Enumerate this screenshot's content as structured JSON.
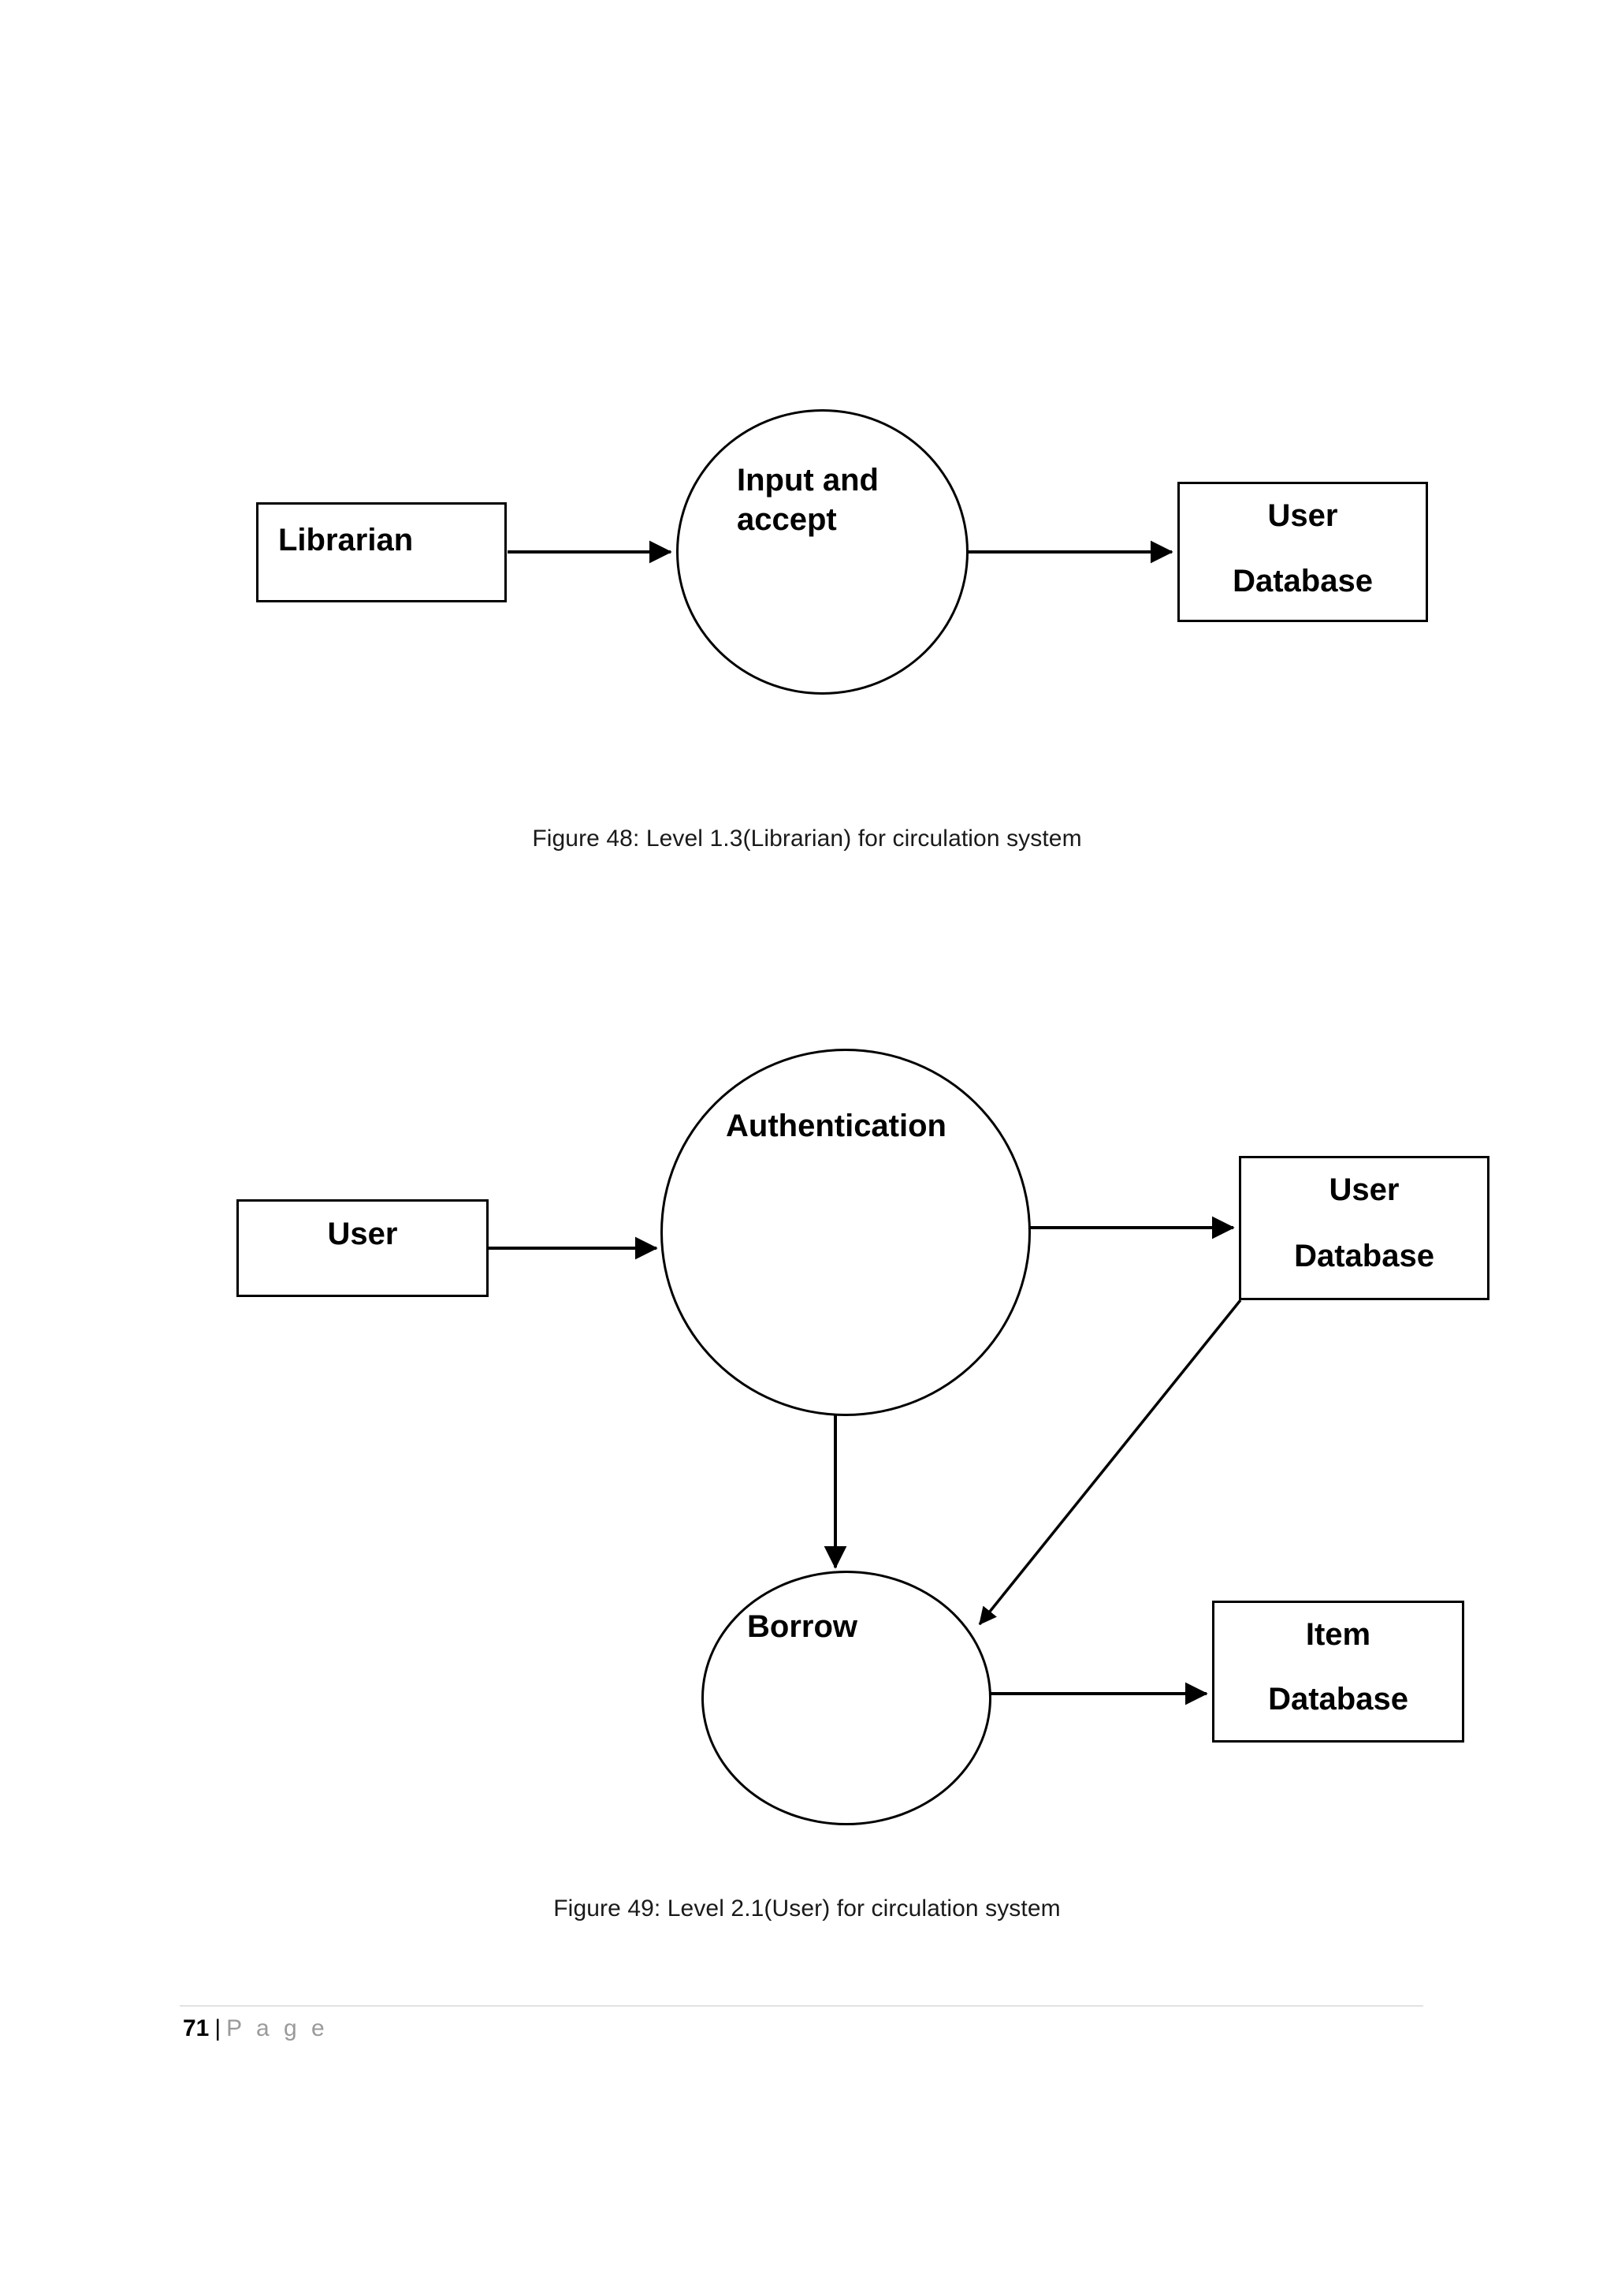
{
  "page": {
    "footer_page_number": "71",
    "footer_separator": "|",
    "footer_label": "P a g e",
    "background_color": "#ffffff",
    "ink_color": "#000000"
  },
  "figures": [
    {
      "id": "figure-48",
      "caption": "Figure 48: Level 1.3(Librarian) for circulation system",
      "diagram_type": "data-flow-diagram",
      "nodes": [
        {
          "key": "librarian",
          "kind": "external-entity",
          "shape": "rectangle",
          "label": "Librarian"
        },
        {
          "key": "input-and-accept",
          "kind": "process",
          "shape": "circle",
          "label": "Input and\naccept"
        },
        {
          "key": "user-database",
          "kind": "data-store",
          "shape": "rectangle",
          "label_line1": "User",
          "label_line2": "Database"
        }
      ],
      "edges": [
        {
          "from": "librarian",
          "to": "input-and-accept",
          "style": "straight-arrow"
        },
        {
          "from": "input-and-accept",
          "to": "user-database",
          "style": "straight-arrow"
        }
      ]
    },
    {
      "id": "figure-49",
      "caption": "Figure 49: Level 2.1(User) for circulation system",
      "diagram_type": "data-flow-diagram",
      "nodes": [
        {
          "key": "user",
          "kind": "external-entity",
          "shape": "rectangle",
          "label": "User"
        },
        {
          "key": "authentication",
          "kind": "process",
          "shape": "circle",
          "label": "Authentication"
        },
        {
          "key": "user-database",
          "kind": "data-store",
          "shape": "rectangle",
          "label_line1": "User",
          "label_line2": "Database"
        },
        {
          "key": "borrow",
          "kind": "process",
          "shape": "circle",
          "label": "Borrow"
        },
        {
          "key": "item-database",
          "kind": "data-store",
          "shape": "rectangle",
          "label_line1": "Item",
          "label_line2": "Database"
        }
      ],
      "edges": [
        {
          "from": "user",
          "to": "authentication",
          "style": "straight-arrow"
        },
        {
          "from": "authentication",
          "to": "user-database",
          "style": "straight-arrow"
        },
        {
          "from": "authentication",
          "to": "borrow",
          "style": "straight-arrow-down"
        },
        {
          "from": "user-database",
          "to": "borrow",
          "style": "diagonal-arrow"
        },
        {
          "from": "borrow",
          "to": "item-database",
          "style": "straight-arrow"
        }
      ]
    }
  ]
}
